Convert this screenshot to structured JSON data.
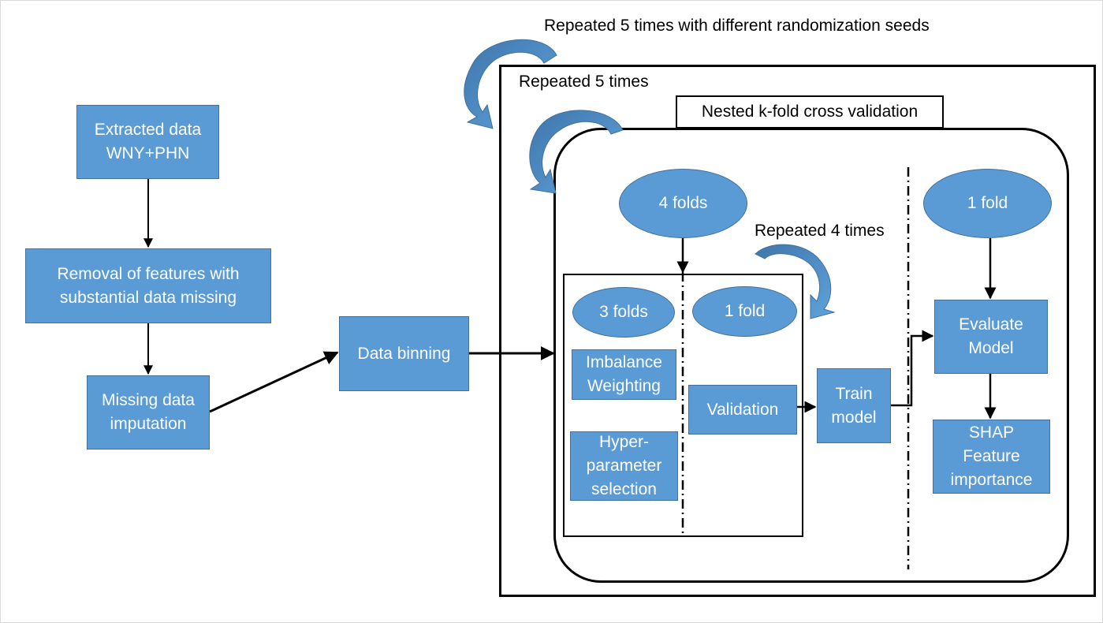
{
  "labels": {
    "repeat_outer": "Repeated 5 times with different randomization seeds",
    "repeat_inner": "Repeated 5 times",
    "nested_cv": "Nested k-fold cross validation",
    "repeat_four": "Repeated 4 times"
  },
  "boxes": {
    "extracted": "Extracted data\nWNY+PHN",
    "removal": "Removal of features with\nsubstantial data missing",
    "missing": "Missing data\nimputation",
    "binning": "Data binning",
    "imbalance": "Imbalance\nWeighting",
    "hyper": "Hyper-\nparameter\nselection",
    "validation": "Validation",
    "train": "Train\nmodel",
    "evaluate": "Evaluate\nModel",
    "shap": "SHAP\nFeature\nimportance"
  },
  "ovals": {
    "four_folds": "4 folds",
    "one_fold_test": "1 fold",
    "three_folds": "3 folds",
    "one_fold_val": "1 fold"
  },
  "colors": {
    "box_fill": "#5b9bd5",
    "box_border": "#41719c",
    "text_on_box": "#ffffff",
    "arrow_fill": "#4e8cc8"
  }
}
